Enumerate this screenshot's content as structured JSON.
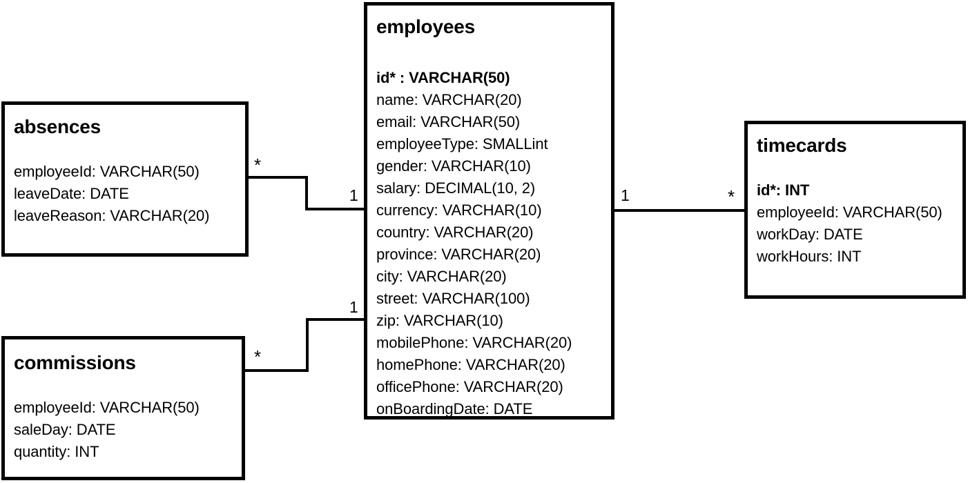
{
  "diagram": {
    "type": "entity-relationship-diagram",
    "background_color": "#ffffff",
    "line_color": "#000000",
    "entities": [
      {
        "id": "employees",
        "title": "employees",
        "fields": [
          {
            "label": "id* : VARCHAR(50)",
            "primary_key": true
          },
          {
            "label": "name: VARCHAR(20)",
            "primary_key": false
          },
          {
            "label": "email: VARCHAR(50)",
            "primary_key": false
          },
          {
            "label": "employeeType: SMALLint",
            "primary_key": false
          },
          {
            "label": "gender: VARCHAR(10)",
            "primary_key": false
          },
          {
            "label": "salary: DECIMAL(10, 2)",
            "primary_key": false
          },
          {
            "label": "currency: VARCHAR(10)",
            "primary_key": false
          },
          {
            "label": "country: VARCHAR(20)",
            "primary_key": false
          },
          {
            "label": "province: VARCHAR(20)",
            "primary_key": false
          },
          {
            "label": "city: VARCHAR(20)",
            "primary_key": false
          },
          {
            "label": "street: VARCHAR(100)",
            "primary_key": false
          },
          {
            "label": "zip: VARCHAR(10)",
            "primary_key": false
          },
          {
            "label": "mobilePhone: VARCHAR(20)",
            "primary_key": false
          },
          {
            "label": "homePhone: VARCHAR(20)",
            "primary_key": false
          },
          {
            "label": "officePhone: VARCHAR(20)",
            "primary_key": false
          },
          {
            "label": "onBoardingDate: DATE",
            "primary_key": false
          }
        ]
      },
      {
        "id": "absences",
        "title": "absences",
        "fields": [
          {
            "label": "employeeId: VARCHAR(50)",
            "primary_key": false
          },
          {
            "label": "leaveDate: DATE",
            "primary_key": false
          },
          {
            "label": "leaveReason: VARCHAR(20)",
            "primary_key": false
          }
        ]
      },
      {
        "id": "commissions",
        "title": "commissions",
        "fields": [
          {
            "label": "employeeId: VARCHAR(50)",
            "primary_key": false
          },
          {
            "label": "saleDay: DATE",
            "primary_key": false
          },
          {
            "label": "quantity: INT",
            "primary_key": false
          }
        ]
      },
      {
        "id": "timecards",
        "title": "timecards",
        "fields": [
          {
            "label": "id*: INT",
            "primary_key": true
          },
          {
            "label": "employeeId: VARCHAR(50)",
            "primary_key": false
          },
          {
            "label": "workDay: DATE",
            "primary_key": false
          },
          {
            "label": "workHours: INT",
            "primary_key": false
          }
        ]
      }
    ],
    "relationships": [
      {
        "id": "absences-employees",
        "from": "absences",
        "to": "employees",
        "from_cardinality": "*",
        "to_cardinality": "1"
      },
      {
        "id": "commissions-employees",
        "from": "commissions",
        "to": "employees",
        "from_cardinality": "*",
        "to_cardinality": "1"
      },
      {
        "id": "employees-timecards",
        "from": "employees",
        "to": "timecards",
        "from_cardinality": "1",
        "to_cardinality": "*"
      }
    ]
  }
}
